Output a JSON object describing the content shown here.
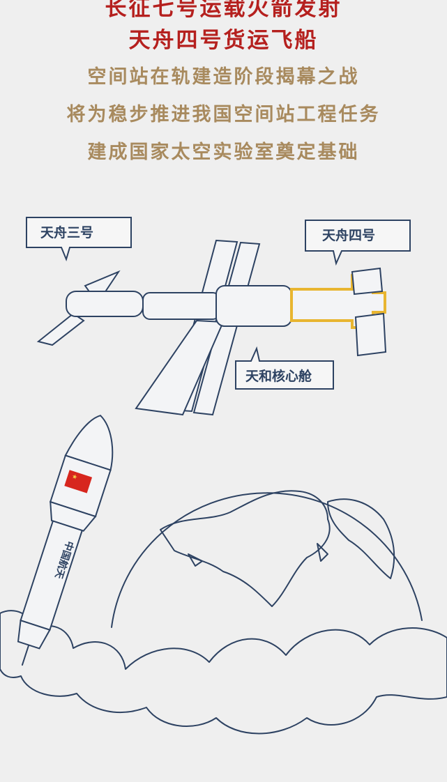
{
  "headline": {
    "line1": "长征七号运载火箭发射",
    "line2": "天舟四号货运飞船"
  },
  "subtitle": {
    "line1": "空间站在轨建造阶段揭幕之战",
    "line2": "将为稳步推进我国空间站工程任务",
    "line3": "建成国家太空实验室奠定基础"
  },
  "labels": {
    "tianzhou3": "天舟三号",
    "tianzhou4": "天舟四号",
    "tianhe": "天和核心舱"
  },
  "rocket_text": "中国航天",
  "colors": {
    "headline": "#b5201e",
    "subtitle": "#a88a5e",
    "line": "#2d4262",
    "highlight": "#e8b530",
    "background": "#efefef"
  }
}
